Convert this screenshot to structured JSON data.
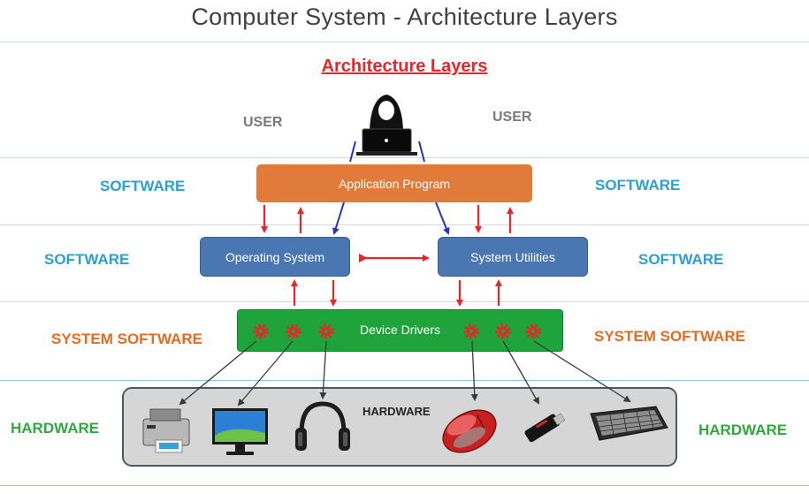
{
  "title": "Computer System - Architecture Layers",
  "heading": "Architecture Layers",
  "labels": {
    "user_left": "USER",
    "user_right": "USER",
    "software_left_1": "SOFTWARE",
    "software_right_1": "SOFTWARE",
    "software_left_2": "SOFTWARE",
    "software_right_2": "SOFTWARE",
    "system_software_left": "SYSTEM SOFTWARE",
    "system_software_right": "SYSTEM SOFTWARE",
    "hardware_left": "HARDWARE",
    "hardware_right": "HARDWARE",
    "hardware_inside": "HARDWARE"
  },
  "boxes": {
    "application": "Application Program",
    "operating_system": "Operating System",
    "system_utilities": "System Utilities",
    "device_drivers": "Device Drivers"
  },
  "icons": [
    "user-laptop-icon",
    "gear-icon",
    "printer-icon",
    "monitor-icon",
    "headphones-icon",
    "mouse-icon",
    "usb-drive-icon",
    "keyboard-icon"
  ],
  "colors": {
    "heading": "#e8262a",
    "software": "#2c9fd7",
    "system_software": "#e36c21",
    "hardware": "#2eaa3c",
    "application_box": "#e07b39",
    "os_box": "#4a76b2",
    "drivers_box": "#1fa33b",
    "arrow_red": "#e8262a",
    "arrow_blue": "#2434c4"
  }
}
